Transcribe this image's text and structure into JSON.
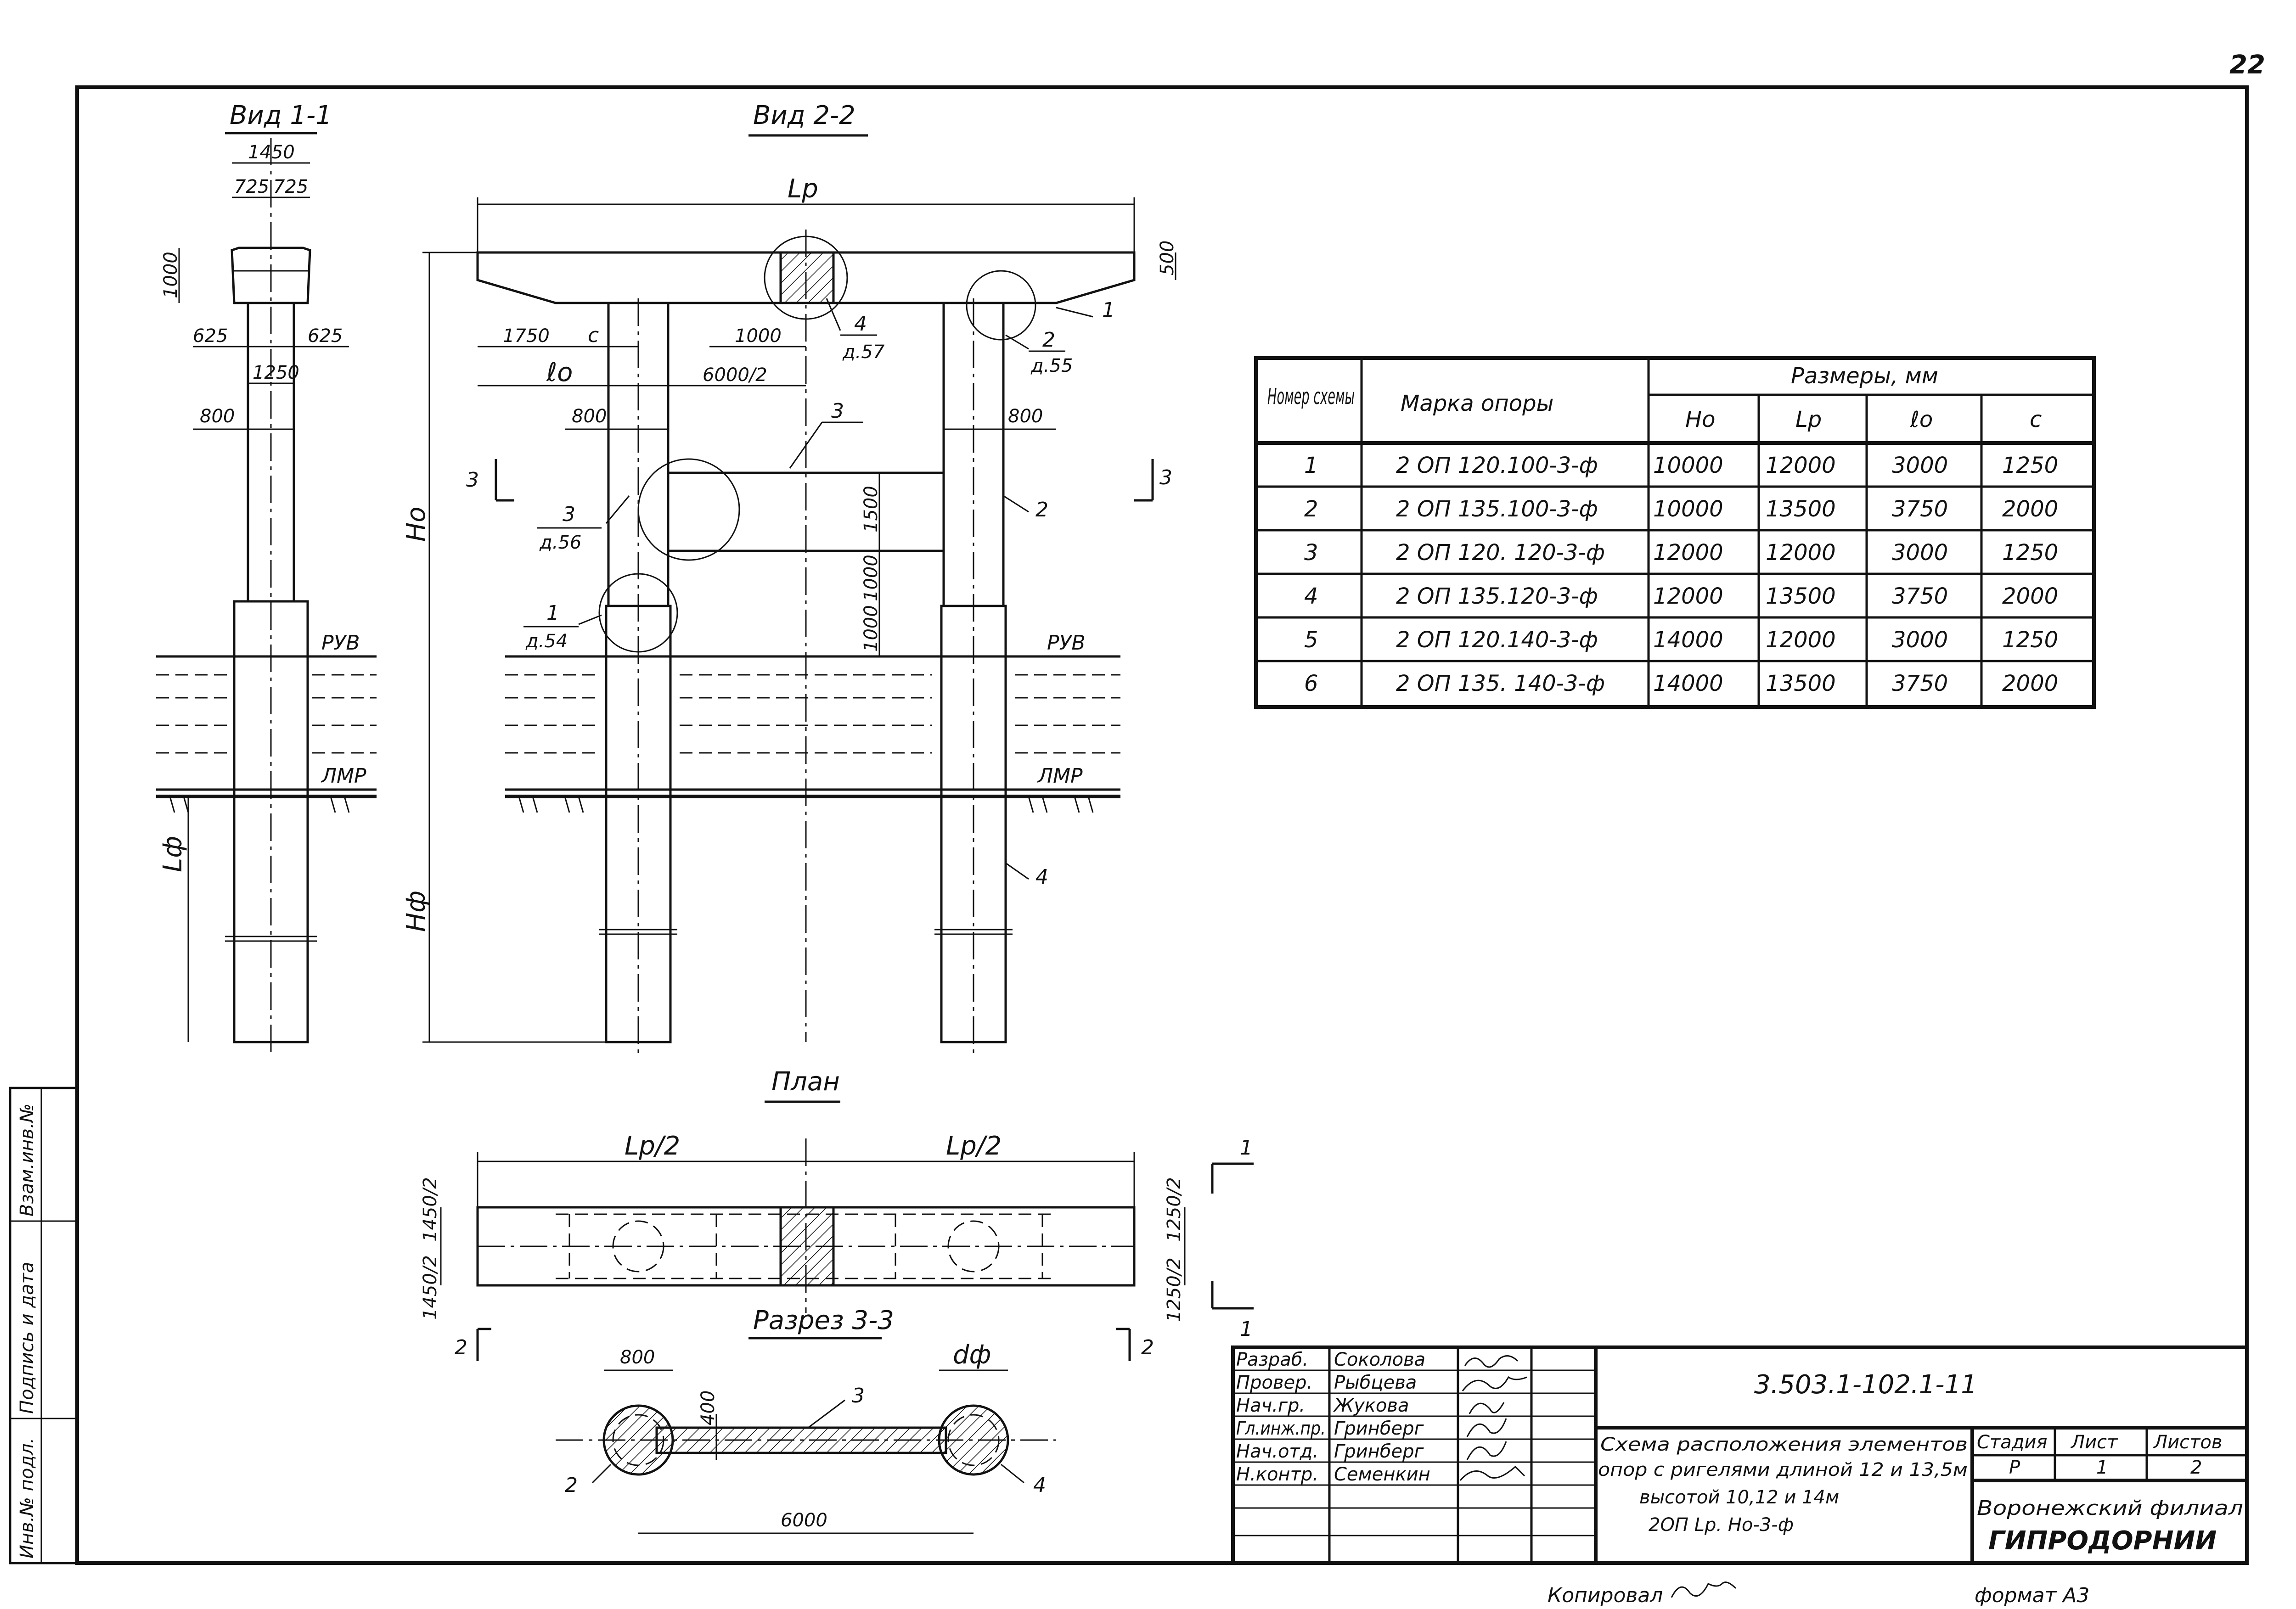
{
  "page_number": "22",
  "views": {
    "view_1_1": {
      "title": "Вид 1-1",
      "dims": [
        "1450",
        "725",
        "725",
        "1000",
        "625",
        "625",
        "1250",
        "800"
      ],
      "labels": [
        "РУВ",
        "ЛМР",
        "Lф"
      ]
    },
    "view_2_2": {
      "title": "Вид 2-2",
      "dims": [
        "Lр",
        "500",
        "1750",
        "c",
        "ℓo",
        "6000/2",
        "1000",
        "800",
        "800",
        "1500",
        "1000",
        "1000"
      ],
      "labels": [
        "Hо",
        "Hф",
        "РУВ",
        "ЛМР"
      ],
      "callouts": [
        {
          "num": "4",
          "sheet": "д.57"
        },
        {
          "num": "2",
          "sheet": "д.55"
        },
        {
          "num": "3",
          "sheet": "д.56"
        },
        {
          "num": "1",
          "sheet": "д.54"
        }
      ],
      "marks": [
        "1",
        "3",
        "2",
        "4"
      ],
      "section_marks": [
        "3",
        "3"
      ]
    },
    "plan": {
      "title": "План",
      "dims": [
        "Lр/2",
        "Lр/2",
        "1450/2",
        "1450/2",
        "1250/2",
        "1250/2"
      ],
      "section_marks": [
        "1",
        "1",
        "2",
        "2"
      ]
    },
    "section_3_3": {
      "title": "Разрез 3-3",
      "dims": [
        "800",
        "dф",
        "400",
        "6000"
      ],
      "marks": [
        "3",
        "2",
        "4"
      ]
    }
  },
  "table": {
    "headers": {
      "scheme": "Номер схемы",
      "mark": "Марка опоры",
      "sizes": "Размеры, мм",
      "h0": "Hо",
      "lp": "Lр",
      "l0": "ℓo",
      "c": "c"
    },
    "rows": [
      {
        "n": "1",
        "mark": "2 ОП 120.100-3-ф",
        "h0": "10000",
        "lp": "12000",
        "l0": "3000",
        "c": "1250"
      },
      {
        "n": "2",
        "mark": "2 ОП 135.100-3-ф",
        "h0": "10000",
        "lp": "13500",
        "l0": "3750",
        "c": "2000"
      },
      {
        "n": "3",
        "mark": "2 ОП 120. 120-3-ф",
        "h0": "12000",
        "lp": "12000",
        "l0": "3000",
        "c": "1250"
      },
      {
        "n": "4",
        "mark": "2 ОП 135.120-3-ф",
        "h0": "12000",
        "lp": "13500",
        "l0": "3750",
        "c": "2000"
      },
      {
        "n": "5",
        "mark": "2 ОП 120.140-3-ф",
        "h0": "14000",
        "lp": "12000",
        "l0": "3000",
        "c": "1250"
      },
      {
        "n": "6",
        "mark": "2 ОП 135. 140-3-ф",
        "h0": "14000",
        "lp": "13500",
        "l0": "3750",
        "c": "2000"
      }
    ]
  },
  "title_block": {
    "signers": [
      {
        "role": "Разраб.",
        "name": "Соколова"
      },
      {
        "role": "Провер.",
        "name": "Рыбцева"
      },
      {
        "role": "Нач.гр.",
        "name": "Жукова"
      },
      {
        "role": "Гл.инж.пр.",
        "name": "Гринберг"
      },
      {
        "role": "Нач.отд.",
        "name": "Гринберг"
      },
      {
        "role": "Н.контр.",
        "name": "Семенкин"
      }
    ],
    "doc_code": "3.503.1-102.1-11",
    "description": [
      "Схема расположения элементов",
      "опор с ригелями длиной 12 и 13,5м",
      "высотой 10,12 и 14м",
      "2ОП Lр. Hо-3-ф"
    ],
    "stage_label": "Стадия",
    "sheet_label": "Лист",
    "sheets_label": "Листов",
    "stage": "Р",
    "sheet": "1",
    "sheets": "2",
    "org": [
      "Воронежский филиал",
      "ГИПРОДОРНИИ"
    ]
  },
  "left_stamp": [
    "Инв.№ подл.",
    "Подпись и дата",
    "Взам.инв.№"
  ],
  "footer": {
    "copied": "Копировал",
    "format": "формат А3"
  }
}
